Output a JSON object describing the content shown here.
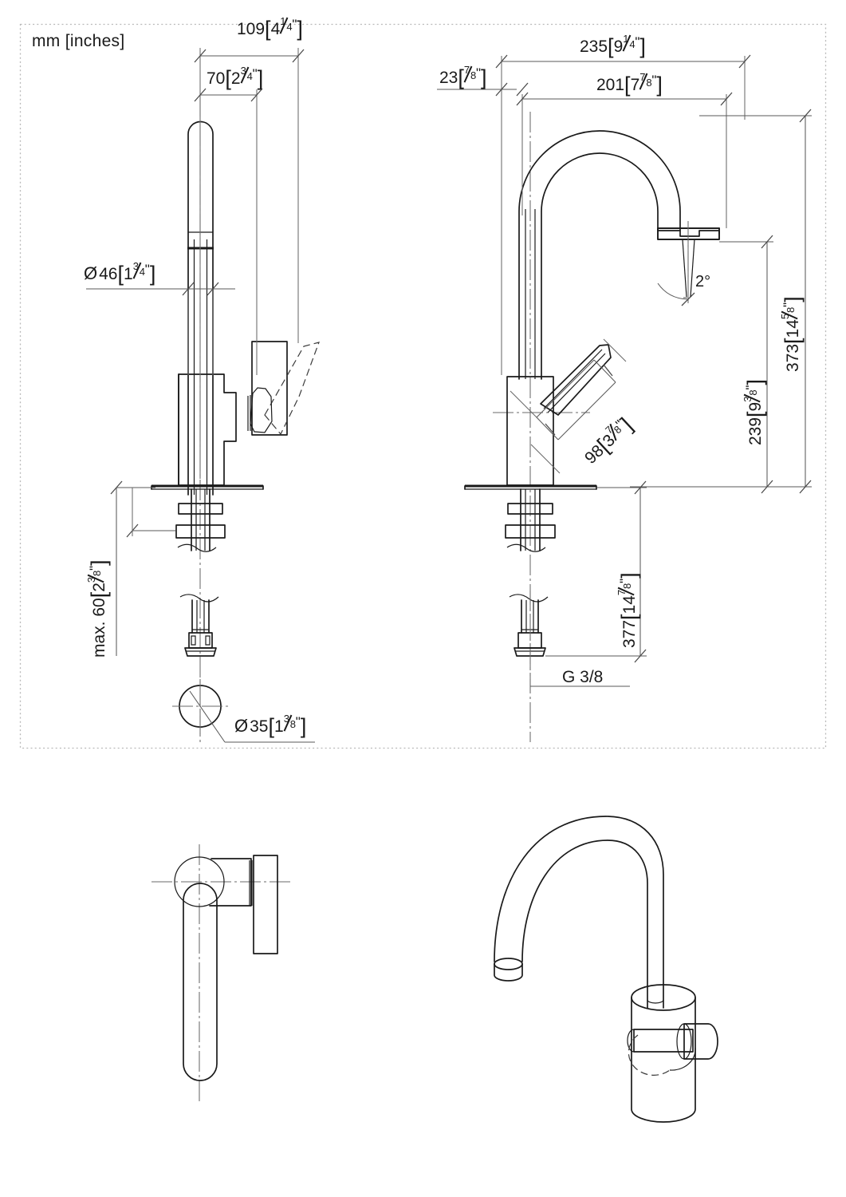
{
  "sheet": {
    "unit_note": "mm [inches]",
    "frame": {
      "style": "dotted",
      "color": "#b8b8b8"
    },
    "line_color": "#1a1a1a",
    "dim_line_color": "#4d4d4d",
    "background": "#ffffff"
  },
  "drawing": {
    "title_absent": true,
    "product": "single-lever mixer tap, swivel spout",
    "views": [
      {
        "name": "side-elevation-left",
        "type": "orthographic-section"
      },
      {
        "name": "front-elevation-right",
        "type": "orthographic-section"
      },
      {
        "name": "top-view",
        "type": "orthographic"
      },
      {
        "name": "perspective-view",
        "type": "isometric"
      }
    ]
  },
  "dimensions": {
    "d109": {
      "mm": "109",
      "in_whole": "4",
      "in_num": "1",
      "in_den": "4",
      "name": "overall-depth"
    },
    "d70": {
      "mm": "70",
      "in_whole": "2",
      "in_num": "3",
      "in_den": "4",
      "name": "handle-offset"
    },
    "d46": {
      "mm": "46",
      "in_whole": "1",
      "in_num": "3",
      "in_den": "4",
      "prefix": "Ø",
      "name": "spout-diameter"
    },
    "d35": {
      "mm": "35",
      "in_whole": "1",
      "in_num": "3",
      "in_den": "8",
      "prefix": "Ø",
      "name": "mounting-hole-diameter"
    },
    "d60": {
      "mm": "60",
      "in_whole": "2",
      "in_num": "3",
      "in_den": "8",
      "prefix": "max. ",
      "name": "max-deck-thickness"
    },
    "d235": {
      "mm": "235",
      "in_whole": "9",
      "in_num": "1",
      "in_den": "4",
      "name": "overall-reach"
    },
    "d201": {
      "mm": "201",
      "in_whole": "7",
      "in_num": "7",
      "in_den": "8",
      "name": "spout-reach"
    },
    "d23": {
      "mm": "23",
      "in_whole": "",
      "in_num": "7",
      "in_den": "8",
      "name": "top-offset"
    },
    "d373": {
      "mm": "373",
      "in_whole": "14",
      "in_num": "5",
      "in_den": "8",
      "name": "overall-height"
    },
    "d239": {
      "mm": "239",
      "in_whole": "9",
      "in_num": "3",
      "in_den": "8",
      "name": "spout-outlet-height"
    },
    "d98": {
      "mm": "98",
      "in_whole": "3",
      "in_num": "7",
      "in_den": "8",
      "name": "handle-length"
    },
    "d377": {
      "mm": "377",
      "in_whole": "14",
      "in_num": "7",
      "in_den": "8",
      "name": "hose-length"
    },
    "angle2": {
      "value": "2°",
      "name": "outlet-angle"
    },
    "thread": {
      "value": "G 3/8",
      "name": "supply-thread"
    }
  }
}
